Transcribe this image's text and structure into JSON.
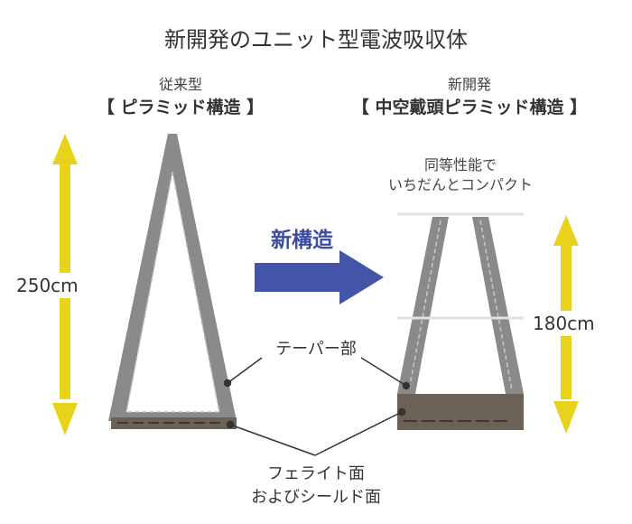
{
  "title": "新開発のユニット型電波吸収体",
  "left": {
    "caption": "従来型",
    "structure": "【 ピラミッド構造 】",
    "height_label": "250cm"
  },
  "right": {
    "caption": "新開発",
    "structure": "【 中空戴頭ピラミッド構造 】",
    "note_line1": "同等性能で",
    "note_line2": "いちだんとコンパクト",
    "height_label": "180cm"
  },
  "arrow_label": "新構造",
  "callouts": {
    "taper": "テーパー部",
    "ferrite_line1": "フェライト面",
    "ferrite_line2": "およびシールド面"
  },
  "colors": {
    "yellow": "#e8d21a",
    "blue_arrow": "#4454a8",
    "gray": "#8a8a8a",
    "base": "#6b6157"
  }
}
